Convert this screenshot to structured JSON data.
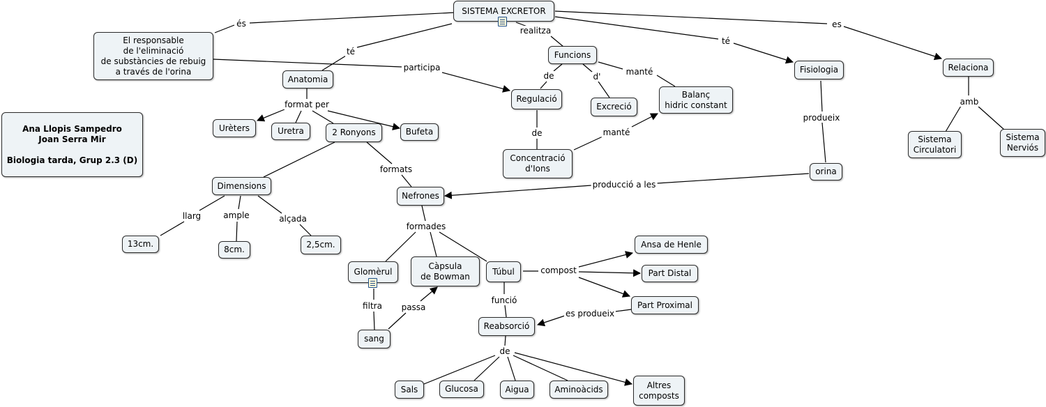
{
  "concept_map": {
    "nodes": {
      "sistema_excretor": "SISTEMA EXCRETOR",
      "responsable": "El responsable\nde l'eliminació\nde substàncies de rebuig\na través de l'orina",
      "autors": "Ana Llopis Sampedro\nJoan Serra Mir\n\nBiologia tarda, Grup 2.3 (D)",
      "anatomia": "Anatomia",
      "funcions": "Funcions",
      "fisiologia": "Fisiologia",
      "relaciona": "Relaciona",
      "regulacio": "Regulació",
      "excrecio": "Excreció",
      "balanc": "Balanç\nhidric constant",
      "concentracio": "Concentració\nd'Ions",
      "ureters": "Urèters",
      "uretra": "Uretra",
      "ronyons": "2 Ronyons",
      "bufeta": "Bufeta",
      "dimensions": "Dimensions",
      "nefrones": "Nefrones",
      "orina": "orina",
      "circulatori": "Sistema\nCirculatori",
      "nervios": "Sistema\nNerviós",
      "mida_13": "13cm.",
      "mida_8": "8cm.",
      "mida_25": "2,5cm.",
      "glomerul": "Glomèrul",
      "capsula": "Càpsula\nde Bowman",
      "tubul": "Túbul",
      "ansa": "Ansa de Henle",
      "part_distal": "Part Distal",
      "part_proximal": "Part Proximal",
      "sang": "sang",
      "reabsorcio": "Reabsorció",
      "sals": "Sals",
      "glucosa": "Glucosa",
      "aigua": "Aigua",
      "aminoacids": "Aminoàcids",
      "altres": "Altres\ncomposts"
    },
    "links": {
      "es_1": "és",
      "te_1": "té",
      "realitza": "realitza",
      "te_2": "té",
      "es_2": "es",
      "participa": "participa",
      "format_per": "format per",
      "de_1": "de",
      "d_apos": "d'",
      "mante_1": "manté",
      "de_2": "de",
      "mante_2": "manté",
      "produeix": "produeix",
      "amb": "amb",
      "produccio": "producció a les",
      "formats": "formats",
      "llarg": "llarg",
      "ample": "ample",
      "alcada": "alçada",
      "formades": "formades",
      "compost": "compost",
      "filtra": "filtra",
      "passa": "passa",
      "funcio": "funció",
      "es_produeix": "es produeix",
      "de_3": "de"
    },
    "colors": {
      "node_fill": "#eef3f6",
      "node_border": "#2b2b2b",
      "line": "#000000",
      "resource_icon": "#1e4f8a"
    },
    "icons": [
      "resource-document-icon",
      "resource-document-icon"
    ]
  }
}
